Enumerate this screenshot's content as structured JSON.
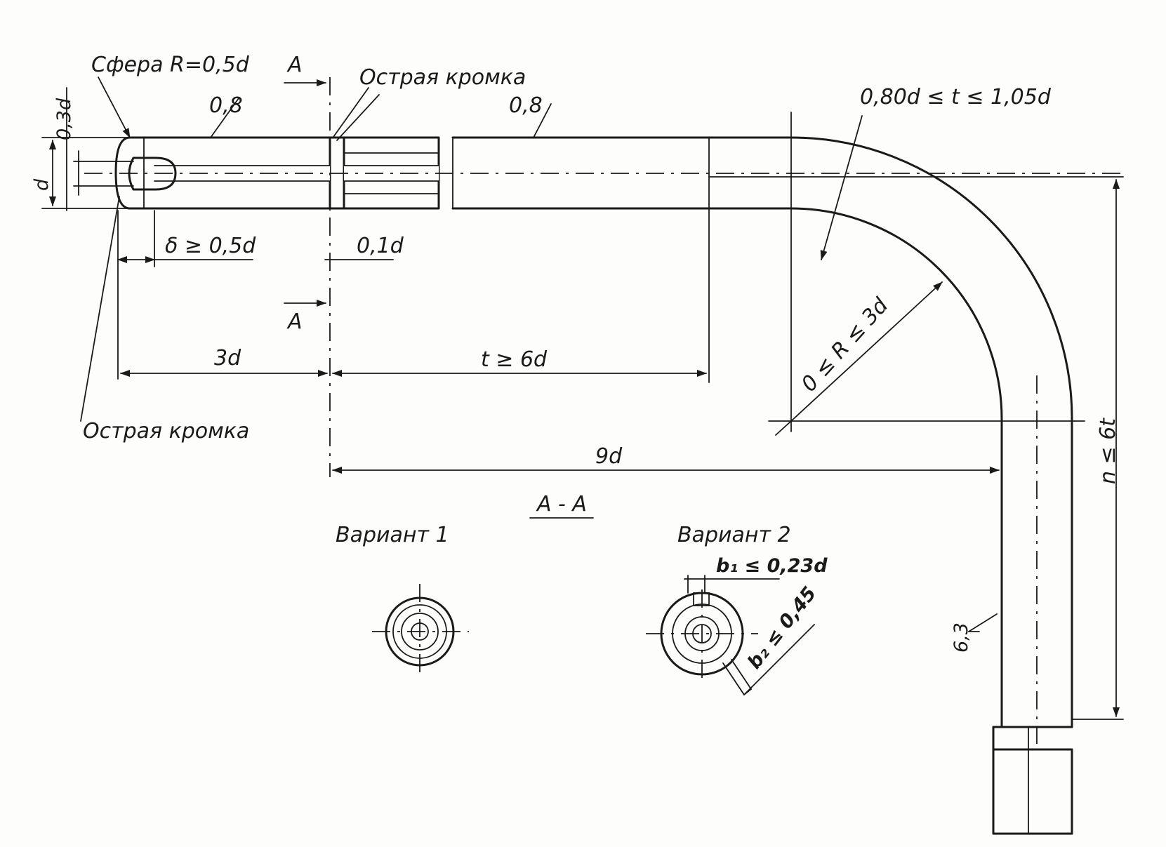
{
  "labels": {
    "sphere": "Сфера R=0,5d",
    "sharp_edge_top": "Острая кромка",
    "sharp_edge_bottom": "Острая кромка",
    "section_mark_top": "A",
    "section_mark_bottom": "A",
    "roughness_left": "0,8",
    "roughness_right": "0,8",
    "roughness_bottom": "6,3",
    "dim_03d": "0,3d",
    "dim_d": "d",
    "dim_delta": "δ ≥ 0,5d",
    "dim_01d": "0,1d",
    "dim_3d": "3d",
    "dim_t6d": "t ≥ 6d",
    "dim_9d": "9d",
    "dim_thickness": "0,80d ≤ t ≤ 1,05d",
    "dim_radius": "0 ≤ R ≤ 3d",
    "dim_n": "n ≤ 6t",
    "section_title": "A - A",
    "variant1": "Вариант 1",
    "variant2": "Вариант 2",
    "dim_b1": "b₁ ≤ 0,23d",
    "dim_b2": "b₂ ≤ 0,45"
  }
}
